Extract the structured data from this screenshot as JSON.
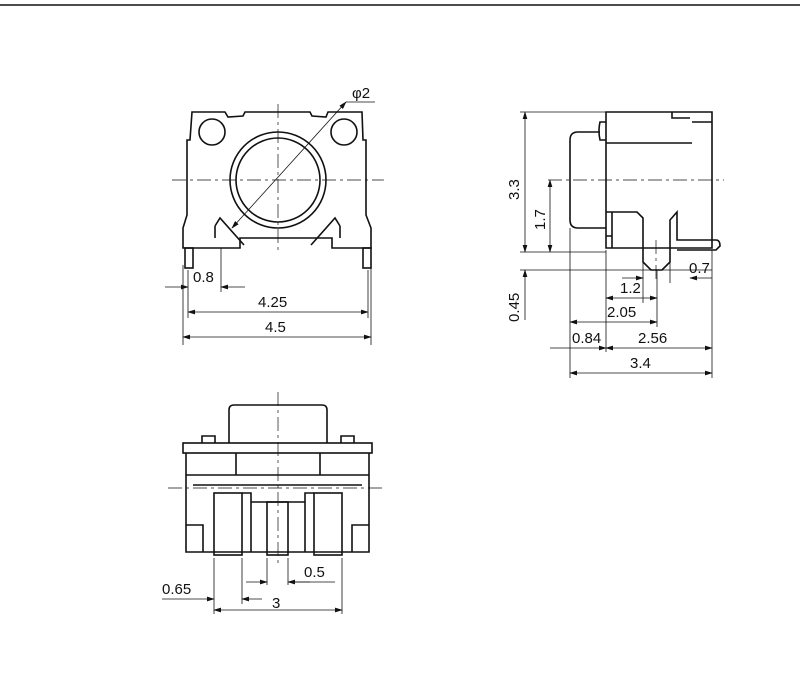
{
  "drawing": {
    "front_view": {
      "diameter": "φ2",
      "pin_offset": "0.8",
      "pin_span": "4.25",
      "width": "4.5"
    },
    "side_view": {
      "height": "3.3",
      "center_height": "1.7",
      "lead_height": "0.45",
      "lead_tip": "0.7",
      "lead_width": "1.2",
      "lead_center": "2.05",
      "actuator_offset": "0.84",
      "body_depth": "2.56",
      "total_depth": "3.4"
    },
    "bottom_view": {
      "pad_width": "0.65",
      "center_pad": "0.5",
      "pad_span": "3"
    },
    "colors": {
      "line": "#111111",
      "background": "#ffffff"
    }
  }
}
